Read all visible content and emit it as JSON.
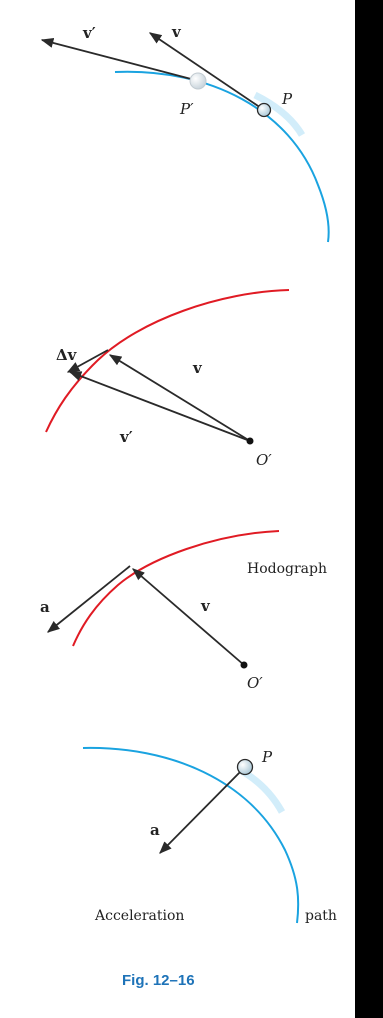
{
  "colors": {
    "path": "#1aa3e0",
    "hodograph": "#e01b24",
    "vector": "#2a2a2a",
    "caption": "#1e73b8",
    "background": "#000000",
    "panel": "#ffffff"
  },
  "labels": {
    "v_prime": "v′",
    "v": "v",
    "p_prime": "P′",
    "p": "P",
    "delta_v": "Δv",
    "o_prime": "O′",
    "a": "a",
    "hodograph": "Hodograph",
    "acceleration": "Acceleration",
    "path": "path"
  },
  "caption": "Fig. 12–16"
}
